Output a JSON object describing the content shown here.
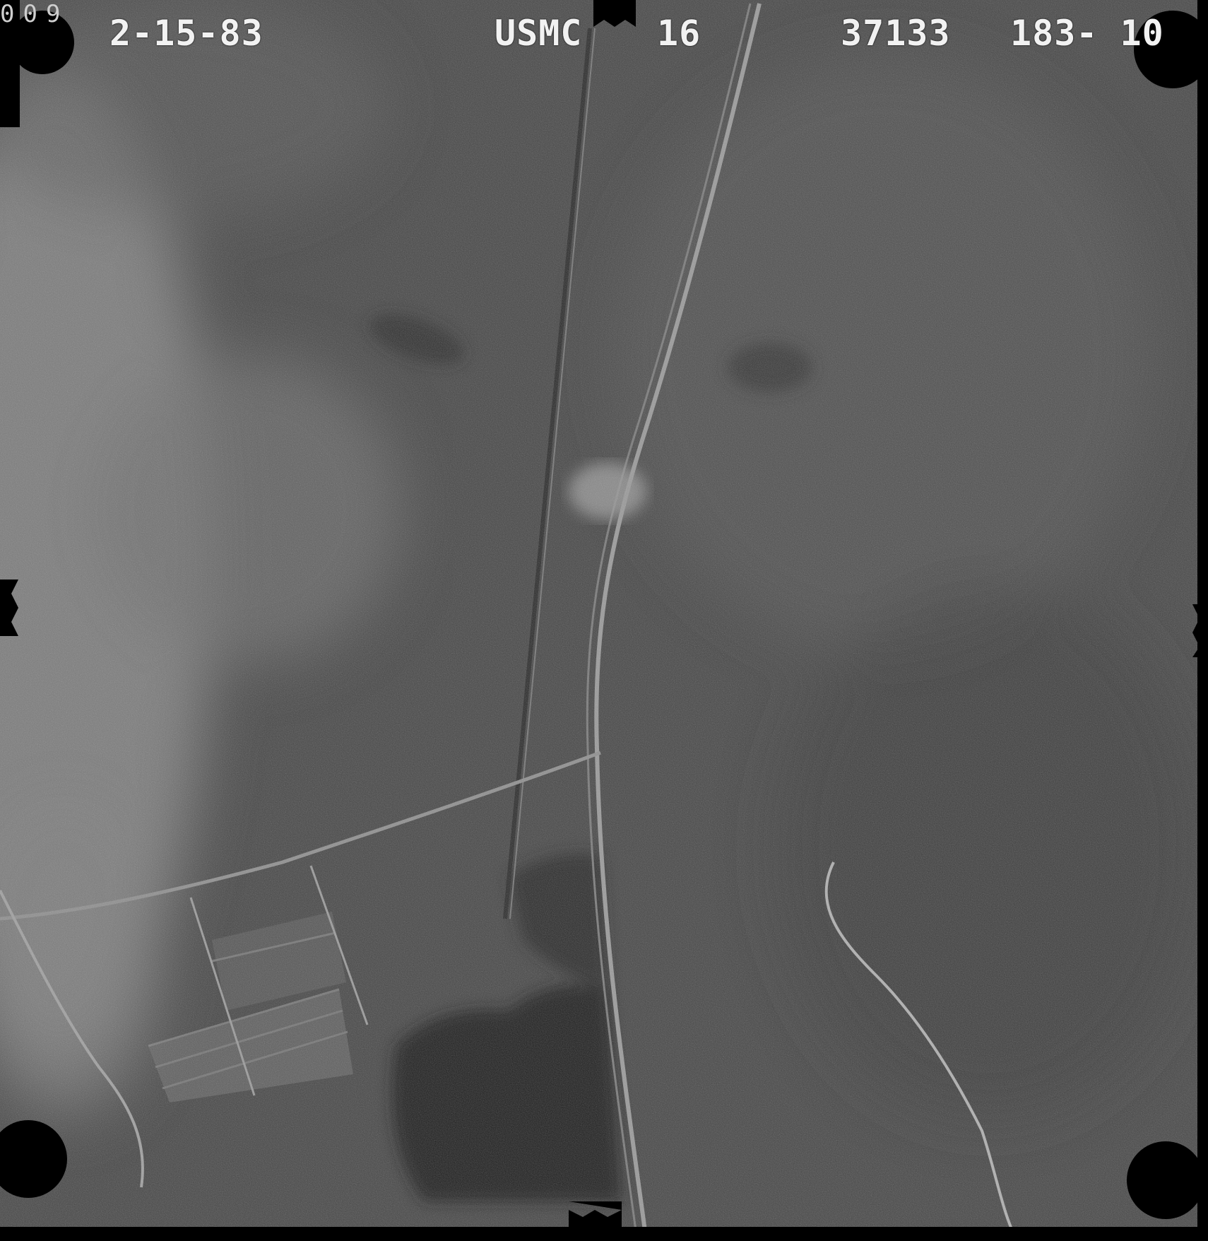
{
  "photo": {
    "type": "aerial-photograph",
    "tone": "black-and-white"
  },
  "annotations": {
    "frame_counter": "009",
    "date": "2-15-83",
    "agency": "USMC",
    "frame": "16",
    "roll": "37133",
    "line": "183- 10"
  }
}
